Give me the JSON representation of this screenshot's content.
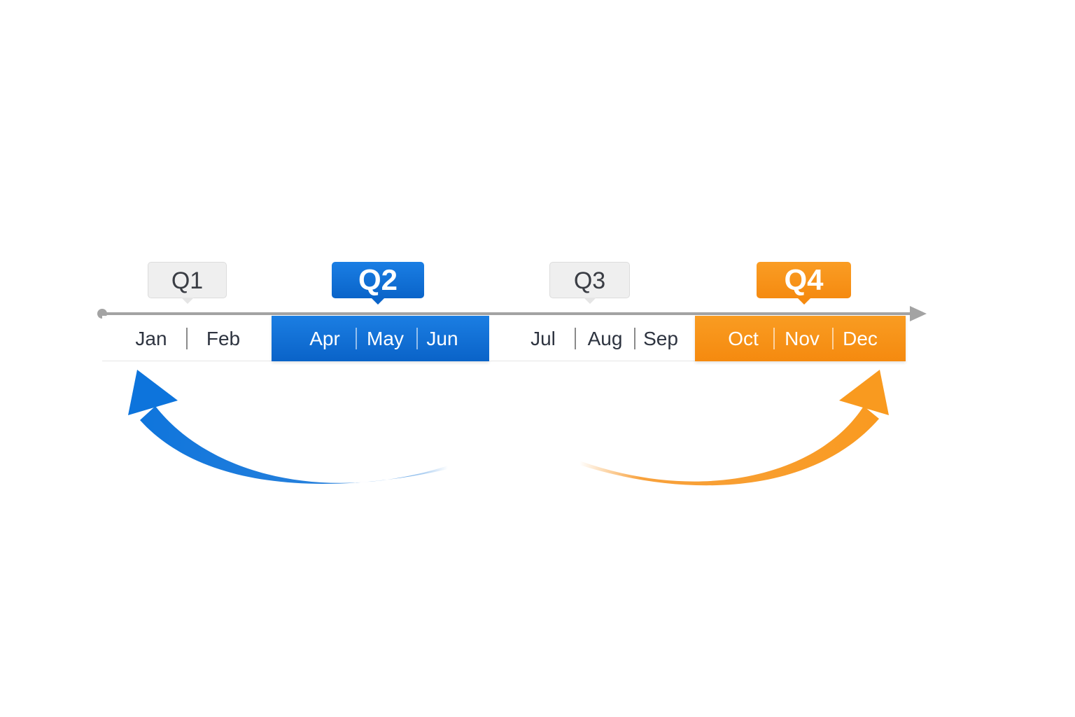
{
  "timeline": {
    "quarters": [
      {
        "label": "Q1",
        "months": [
          "Jan",
          "Feb"
        ],
        "highlighted": false
      },
      {
        "label": "Q2",
        "months": [
          "Apr",
          "May",
          "Jun"
        ],
        "highlighted": true,
        "color": "#0a6fd6"
      },
      {
        "label": "Q3",
        "months": [
          "Jul",
          "Aug",
          "Sep"
        ],
        "highlighted": false
      },
      {
        "label": "Q4",
        "months": [
          "Oct",
          "Nov",
          "Dec"
        ],
        "highlighted": true,
        "color": "#f7911a"
      }
    ],
    "axis_color": "#a3a3a3"
  },
  "arrows": [
    {
      "name": "blue-curved-arrow",
      "color": "#0a6fd6",
      "points_to": "Q1"
    },
    {
      "name": "orange-curved-arrow",
      "color": "#f7911a",
      "points_to": "Q4"
    }
  ]
}
